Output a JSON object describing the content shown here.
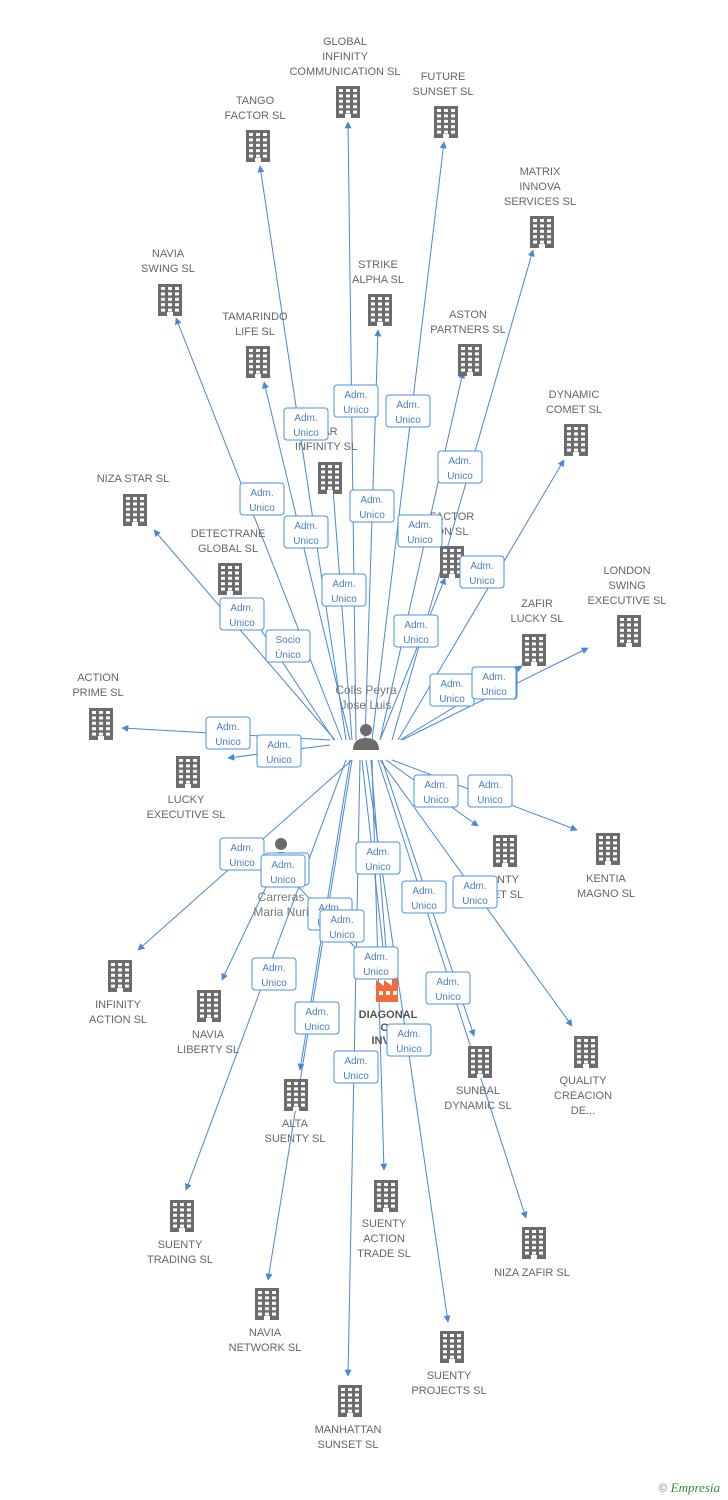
{
  "colors": {
    "edge": "#4a86d8",
    "building": "#6b6b6b",
    "main_building": "#f26b3a",
    "person": "#6b6b6b",
    "relation_box_border": "#4a90e2",
    "relation_text": "#4a7fc1"
  },
  "persons": [
    {
      "id": "p1",
      "label": [
        "Colls Peyra",
        "Jose Luis"
      ],
      "icon": "person-icon"
    },
    {
      "id": "p2",
      "label": [
        "Carreras",
        "Maria Nuri"
      ],
      "icon": "person-icon"
    }
  ],
  "main_company": {
    "label": [
      "DIAGONAL",
      "OF",
      "INVES"
    ],
    "icon": "factory-icon"
  },
  "companies": [
    {
      "label": [
        "GLOBAL",
        "INFINITY",
        "COMMUNICATION SL"
      ]
    },
    {
      "label": [
        "FUTURE",
        "SUNSET SL"
      ]
    },
    {
      "label": [
        "TANGO",
        "FACTOR SL"
      ]
    },
    {
      "label": [
        "MATRIX",
        "INNOVA",
        "SERVICES SL"
      ]
    },
    {
      "label": [
        "NAVIA",
        "SWING SL"
      ]
    },
    {
      "label": [
        "STRIKE",
        "ALPHA SL"
      ]
    },
    {
      "label": [
        "TAMARINDO",
        "LIFE SL"
      ]
    },
    {
      "label": [
        "ASTON",
        "PARTNERS SL"
      ]
    },
    {
      "label": [
        "DYNAMIC",
        "COMET SL"
      ]
    },
    {
      "label": [
        "HAR",
        "INFINITY SL"
      ]
    },
    {
      "label": [
        "NIZA STAR SL"
      ]
    },
    {
      "label": [
        "FACTOR",
        "ON SL"
      ]
    },
    {
      "label": [
        "DETECTRANE",
        "GLOBAL  SL"
      ]
    },
    {
      "label": [
        "LONDON",
        "SWING",
        "EXECUTIVE SL"
      ]
    },
    {
      "label": [
        "ZAFIR",
        "LUCKY SL"
      ]
    },
    {
      "label": [
        "ACTION",
        "PRIME SL"
      ]
    },
    {
      "label": [
        "LUCKY",
        "EXECUTIVE SL"
      ]
    },
    {
      "label": [
        "NTY",
        "ET SL"
      ]
    },
    {
      "label": [
        "KENTIA",
        "MAGNO SL"
      ]
    },
    {
      "label": [
        "INFINITY",
        "ACTION SL"
      ]
    },
    {
      "label": [
        "NAVIA",
        "LIBERTY SL"
      ]
    },
    {
      "label": [
        "QUALITY",
        "CREACION",
        "DE..."
      ]
    },
    {
      "label": [
        "SUNBAL",
        "DYNAMIC SL"
      ]
    },
    {
      "label": [
        "ALTA",
        "SUENTY SL"
      ]
    },
    {
      "label": [
        "SUENTY",
        "ACTION",
        "TRADE SL"
      ]
    },
    {
      "label": [
        "SUENTY",
        "TRADING SL"
      ]
    },
    {
      "label": [
        "NIZA ZAFIR SL"
      ]
    },
    {
      "label": [
        "NAVIA",
        "NETWORK SL"
      ]
    },
    {
      "label": [
        "SUENTY",
        "PROJECTS SL"
      ]
    },
    {
      "label": [
        "MANHATTAN",
        "SUNSET SL"
      ]
    }
  ],
  "relations": [
    [
      "Adm.",
      "Unico"
    ],
    [
      "Adm.",
      "Unico"
    ],
    [
      "Adm.",
      "Unico"
    ],
    [
      "Adm.",
      "Unico"
    ],
    [
      "Adm.",
      "Unico"
    ],
    [
      "Adm.",
      "Unico"
    ],
    [
      "Adm.",
      "Unico"
    ],
    [
      "Adm.",
      "Unico"
    ],
    [
      "Adm.",
      "Unico"
    ],
    [
      "Adm.",
      "Unico"
    ],
    [
      "Adm.",
      "Unico"
    ],
    [
      "Socio",
      "Único"
    ],
    [
      "Adm.",
      "Unico"
    ],
    [
      "Adm.",
      "Unico"
    ],
    [
      "Adm.",
      "Unico"
    ],
    [
      "Adm.",
      "Unico"
    ],
    [
      "Adm.",
      "Unico"
    ],
    [
      "Adm.",
      "Unico"
    ],
    [
      "Adm.",
      "Unico"
    ],
    [
      "Adm.",
      "Unico"
    ],
    [
      "Adm.",
      "Unico"
    ],
    [
      "Adm.",
      "Unico"
    ],
    [
      "Adm.",
      "Unico"
    ],
    [
      "Adm.",
      "Unico"
    ],
    [
      "Adm.",
      "Unico"
    ],
    [
      "Adm.",
      "Unico"
    ],
    [
      "Adm.",
      "Unico"
    ],
    [
      "Adm.",
      "Unico"
    ],
    [
      "Adm.",
      "Unico"
    ],
    [
      "Adm.",
      "Unico"
    ],
    [
      "Adm.",
      "Unico"
    ],
    [
      "Adm.",
      "Unico"
    ],
    [
      "Adm.",
      "Unico"
    ],
    [
      "Adm.",
      "Unico"
    ]
  ],
  "footer": {
    "copyright": "©",
    "brand": "Empresia"
  }
}
